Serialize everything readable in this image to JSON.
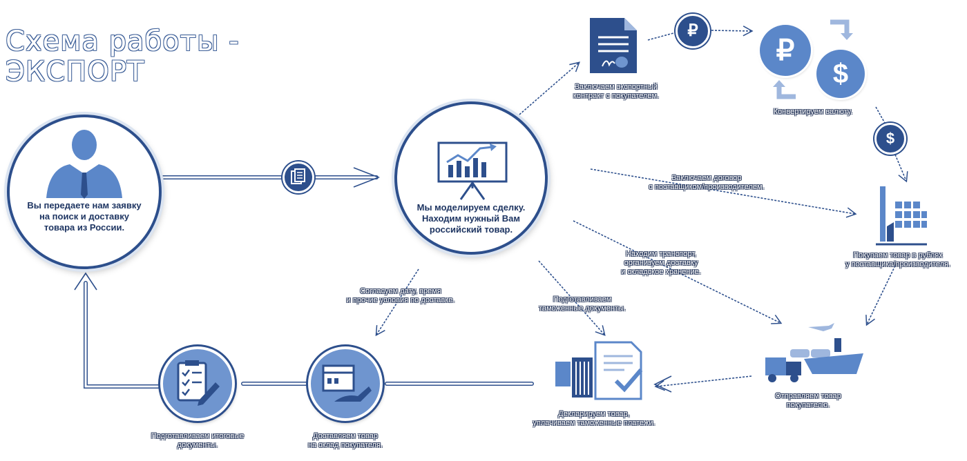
{
  "title": {
    "line1": "Схема работы -",
    "line2": "ЭКСПОРТ"
  },
  "nodes": {
    "client": {
      "line1": "Вы передаете нам заявку",
      "line2": "на поиск и доставку",
      "line3": "товара из России."
    },
    "model": {
      "line1": "Мы моделируем сделку.",
      "line2": "Находим нужный Вам",
      "line3": "российский товар."
    },
    "contract": {
      "line1": "Заключаем экспортный",
      "line2": "контракт с покупателем."
    },
    "convert": {
      "line1": "Конвертируем валюту."
    },
    "buy": {
      "line1": "Покупаем товар в рублях",
      "line2": "у поставщика/производителя."
    },
    "ship": {
      "line1": "Отправляем товар",
      "line2": "покупателю."
    },
    "declare": {
      "line1": "Декларируем товар,",
      "line2": "уплачиваем таможенные платежи."
    },
    "deliver": {
      "line1": "Доставляем товар",
      "line2": "на склад покупателя."
    },
    "final_docs": {
      "line1": "Подготавливаем итоговые",
      "line2": "документы."
    }
  },
  "edge_labels": {
    "supplier_contract": {
      "line1": "Заключаем договор",
      "line2": "с поставщиком/производителем."
    },
    "transport": {
      "line1": "Находим транспорт,",
      "line2": "организуем доставку",
      "line3": "и складское хранение."
    },
    "customs_docs": {
      "line1": "Подготавливаем",
      "line2": "таможенные документы."
    },
    "agree_date": {
      "line1": "Согласуем дату, время",
      "line2": "и прочие условия по доставке."
    }
  },
  "badges": {
    "ruble": "₽",
    "dollar": "$",
    "documents_icon": "documents-icon"
  },
  "colors": {
    "dark_blue": "#2d4f8c",
    "mid_blue": "#6f95cf",
    "light_blue": "#5b87c9"
  }
}
